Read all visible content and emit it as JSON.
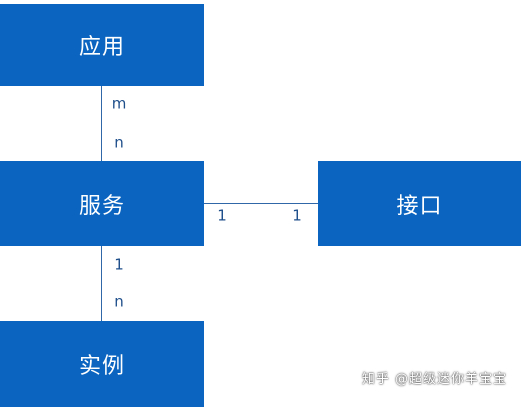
{
  "nodes": {
    "app": "应用",
    "service": "服务",
    "interface": "接口",
    "instance": "实例"
  },
  "edges": {
    "app_service": {
      "from_end": "m",
      "to_end": "n"
    },
    "service_interface": {
      "from_end": "1",
      "to_end": "1"
    },
    "service_instance": {
      "from_end": "1",
      "to_end": "n"
    }
  },
  "watermark": "知乎 @超级迷你羊宝宝",
  "colors": {
    "node_fill": "#0a64c0",
    "line": "#2f67a8",
    "label": "#1f4f8b"
  }
}
